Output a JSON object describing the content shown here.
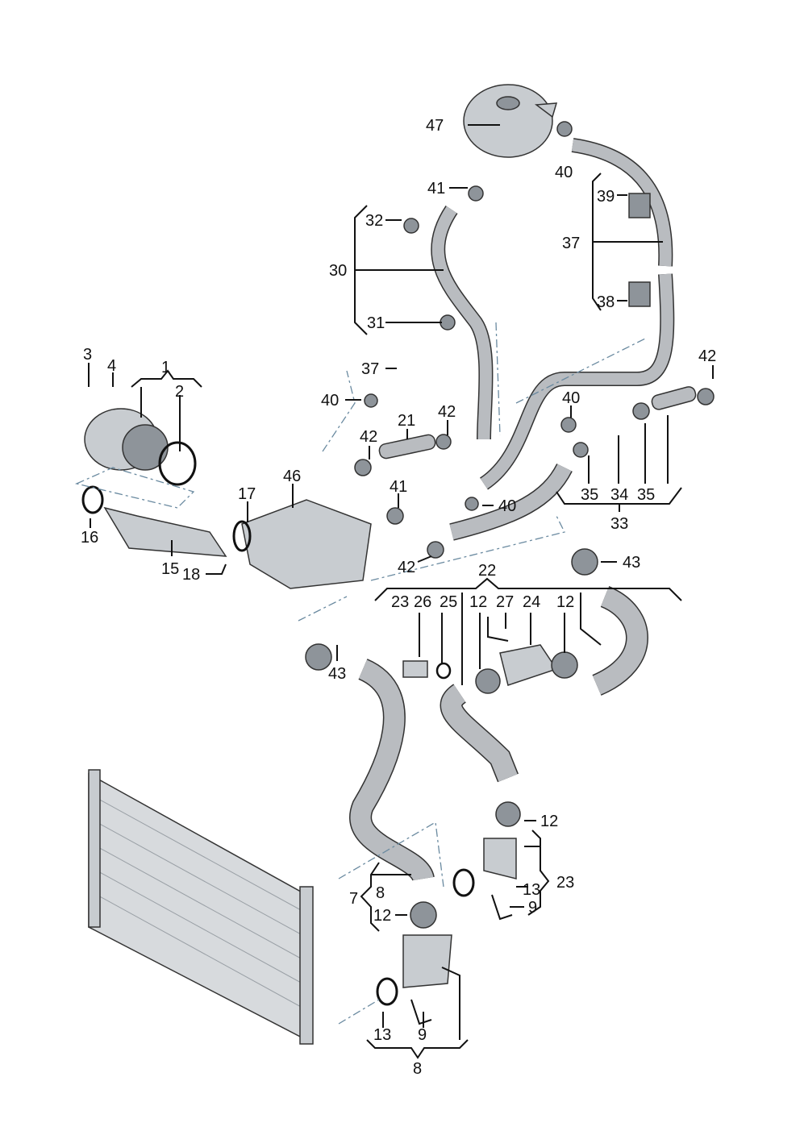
{
  "diagram": {
    "title": "Coolant system exploded parts diagram",
    "callouts": [
      {
        "id": "c47",
        "text": "47"
      },
      {
        "id": "c40a",
        "text": "40"
      },
      {
        "id": "c41a",
        "text": "41"
      },
      {
        "id": "c39",
        "text": "39"
      },
      {
        "id": "c37a",
        "text": "37"
      },
      {
        "id": "c38",
        "text": "38"
      },
      {
        "id": "c32",
        "text": "32"
      },
      {
        "id": "c30",
        "text": "30"
      },
      {
        "id": "c31",
        "text": "31"
      },
      {
        "id": "c42a",
        "text": "42"
      },
      {
        "id": "c3",
        "text": "3"
      },
      {
        "id": "c4",
        "text": "4"
      },
      {
        "id": "c1",
        "text": "1"
      },
      {
        "id": "c2",
        "text": "2"
      },
      {
        "id": "c37b",
        "text": "37"
      },
      {
        "id": "c40b",
        "text": "40"
      },
      {
        "id": "c40c",
        "text": "40"
      },
      {
        "id": "c21",
        "text": "21"
      },
      {
        "id": "c42b",
        "text": "42"
      },
      {
        "id": "c42c",
        "text": "42"
      },
      {
        "id": "c46",
        "text": "46"
      },
      {
        "id": "c17",
        "text": "17"
      },
      {
        "id": "c41b",
        "text": "41"
      },
      {
        "id": "c40d",
        "text": "40"
      },
      {
        "id": "c35a",
        "text": "35"
      },
      {
        "id": "c34",
        "text": "34"
      },
      {
        "id": "c35b",
        "text": "35"
      },
      {
        "id": "c33",
        "text": "33"
      },
      {
        "id": "c16",
        "text": "16"
      },
      {
        "id": "c15",
        "text": "15"
      },
      {
        "id": "c18",
        "text": "18"
      },
      {
        "id": "c42d",
        "text": "42"
      },
      {
        "id": "c43a",
        "text": "43"
      },
      {
        "id": "c22",
        "text": "22"
      },
      {
        "id": "c23a",
        "text": "23"
      },
      {
        "id": "c26",
        "text": "26"
      },
      {
        "id": "c25",
        "text": "25"
      },
      {
        "id": "c12a",
        "text": "12"
      },
      {
        "id": "c27",
        "text": "27"
      },
      {
        "id": "c24",
        "text": "24"
      },
      {
        "id": "c12b",
        "text": "12"
      },
      {
        "id": "c43b",
        "text": "43"
      },
      {
        "id": "c12c",
        "text": "12"
      },
      {
        "id": "c23b",
        "text": "23"
      },
      {
        "id": "c7",
        "text": "7"
      },
      {
        "id": "c8a",
        "text": "8"
      },
      {
        "id": "c12d",
        "text": "12"
      },
      {
        "id": "c13a",
        "text": "13"
      },
      {
        "id": "c9a",
        "text": "9"
      },
      {
        "id": "c13b",
        "text": "13"
      },
      {
        "id": "c9b",
        "text": "9"
      },
      {
        "id": "c8b",
        "text": "8"
      }
    ]
  }
}
